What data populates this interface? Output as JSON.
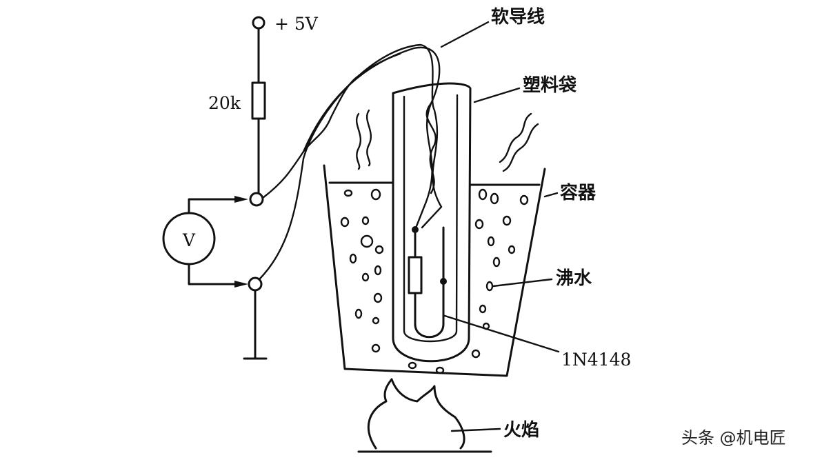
{
  "labels": {
    "supply": "+ 5V",
    "resistor": "20k",
    "meter": "V",
    "soft_wire": "软导线",
    "plastic_bag": "塑料袋",
    "container": "容器",
    "boiling_water": "沸水",
    "diode": "1N4148",
    "flame": "火焰"
  },
  "watermark": "头条 @机电匠",
  "colors": {
    "ink": "#111111",
    "background": "#ffffff"
  }
}
